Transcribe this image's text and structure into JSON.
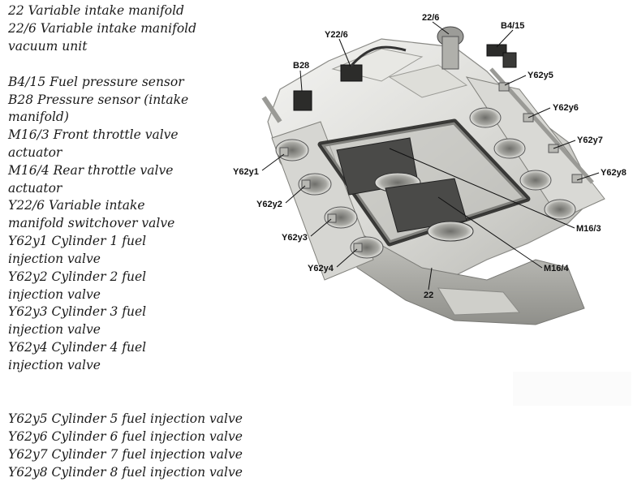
{
  "legend": {
    "top_lines": [
      "22 Variable intake manifold",
      "22/6 Variable intake manifold",
      "vacuum unit",
      "",
      "B4/15 Fuel pressure sensor",
      "B28 Pressure sensor (intake",
      "manifold)",
      "M16/3 Front throttle valve",
      "actuator",
      "M16/4 Rear throttle valve",
      "actuator",
      "Y22/6 Variable intake",
      "manifold switchover valve",
      "Y62y1 Cylinder 1 fuel",
      "injection valve",
      "Y62y2 Cylinder 2 fuel",
      "injection valve",
      "Y62y3 Cylinder 3 fuel",
      "injection valve",
      "Y62y4 Cylinder 4 fuel",
      "injection valve"
    ],
    "bottom_lines": [
      "Y62y5 Cylinder 5 fuel injection valve",
      "Y62y6 Cylinder 6 fuel injection valve",
      "Y62y7 Cylinder 7 fuel injection valve",
      "Y62y8 Cylinder 8 fuel injection valve"
    ]
  },
  "callouts": {
    "c22_6": "22/6",
    "b4_15": "B4/15",
    "y22_6": "Y22/6",
    "b28": "B28",
    "y62y5": "Y62y5",
    "y62y6": "Y62y6",
    "y62y7": "Y62y7",
    "y62y8": "Y62y8",
    "y62y1": "Y62y1",
    "y62y2": "Y62y2",
    "y62y3": "Y62y3",
    "y62y4": "Y62y4",
    "m16_3": "M16/3",
    "m16_4": "M16/4",
    "c22": "22"
  }
}
